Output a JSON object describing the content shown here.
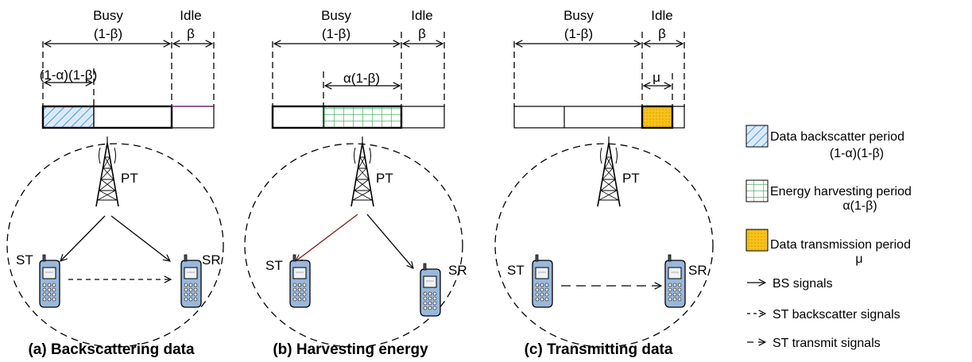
{
  "timeline": {
    "busy_label": "Busy",
    "busy_fraction": "(1-β)",
    "idle_label": "Idle",
    "idle_fraction": "β"
  },
  "panels": [
    {
      "slot_label": "(1-α)(1-β)",
      "tower_label": "PT",
      "transmitter_label": "ST",
      "receiver_label": "SR",
      "caption": "(a) Backscattering data"
    },
    {
      "slot_label": "α(1-β)",
      "tower_label": "PT",
      "transmitter_label": "ST",
      "receiver_label": "SR",
      "caption": "(b) Harvesting energy"
    },
    {
      "slot_label": "μ",
      "tower_label": "PT",
      "transmitter_label": "ST",
      "receiver_label": "SR",
      "caption": "(c) Transmitting data"
    }
  ],
  "legend": {
    "backscatter_title": "Data backscatter period",
    "backscatter_value": "(1-α)(1-β)",
    "harvest_title": "Energy harvesting period",
    "harvest_value": "α(1-β)",
    "transmit_title": "Data transmission period",
    "transmit_value": "μ",
    "bs_signals": "BS signals",
    "st_backscatter": "ST backscatter signals",
    "st_transmit": "ST transmit signals"
  },
  "colors": {
    "backscatter_hatch": "#4f95d8",
    "backscatter_fill": "#dbeaf8",
    "harvest_grid": "#2fa84f",
    "transmit_fill": "#f7c21a",
    "phone_body": "#9ab8dc",
    "bs_arrow_dark": "#7a1a1a"
  }
}
